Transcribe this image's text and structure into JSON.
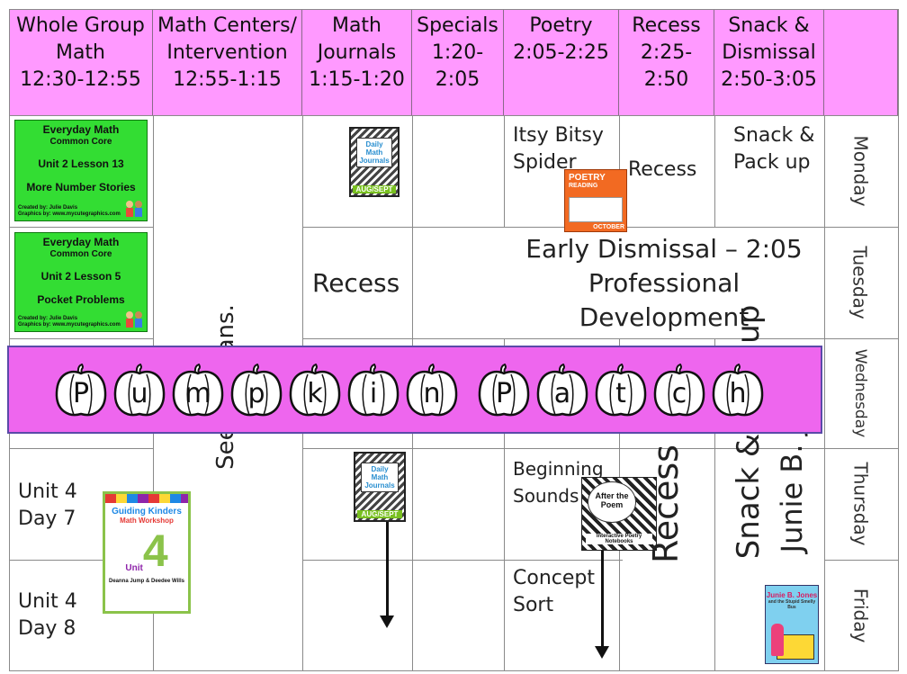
{
  "headers": [
    [
      "Whole Group",
      "Math",
      "12:30-12:55"
    ],
    [
      "Math Centers/",
      "Intervention",
      "12:55-1:15"
    ],
    [
      "Math",
      "Journals",
      "1:15-1:20"
    ],
    [
      "Specials",
      "1:20-",
      "2:05"
    ],
    [
      "Poetry",
      "2:05-2:25"
    ],
    [
      "Recess",
      "2:25-",
      "2:50"
    ],
    [
      "Snack &",
      "Dismissal",
      "2:50-3:05"
    ]
  ],
  "days": [
    "Monday",
    "Tuesday",
    "Wednesday",
    "Thursday",
    "Friday"
  ],
  "cards": [
    {
      "title": "Everyday Math",
      "sub": "Common Core",
      "lesson": "Unit 2 Lesson 13",
      "topic": "More Number Stories",
      "credit1": "Created by: Julie Davis",
      "credit2": "Graphics by: www.mycutegraphics.com"
    },
    {
      "title": "Everyday Math",
      "sub": "Common Core",
      "lesson": "Unit 2 Lesson 5",
      "topic": "Pocket Problems",
      "credit1": "Created by: Julie Davis",
      "credit2": "Graphics by: www.mycutegraphics.com"
    }
  ],
  "journal": {
    "line1": "Daily",
    "line2": "Math",
    "line3": "Journals",
    "month": "AUG/SEPT"
  },
  "cells": {
    "monday_poetry": [
      "Itsy Bitsy",
      "Spider"
    ],
    "monday_recess": "Recess",
    "monday_snack": [
      "Snack &",
      "Pack up"
    ],
    "tuesday_recess": "Recess",
    "early_dismissal": [
      "Early Dismissal – 2:05",
      "Professional",
      "Development"
    ],
    "see_plans": "See my plans.",
    "thursday_unit": [
      "Unit 4",
      "Day 7"
    ],
    "friday_unit": [
      "Unit 4",
      "Day 8"
    ],
    "thursday_poetry": [
      "Beginning",
      "Sounds"
    ],
    "friday_poetry": [
      "Concept",
      "Sort"
    ],
    "recess_vertical": "Recess",
    "snack_vertical": "Snack & Pack up",
    "junie_vertical": "Junie B. Jones"
  },
  "poetry_book": {
    "title": "POETRY",
    "sub": "READING",
    "month": "OCTOBER"
  },
  "after_poem": {
    "title": "After the Poem",
    "sub": "Interactive Poetry Notebooks"
  },
  "guiding": {
    "title": "Guiding Kinders",
    "sub": "Math Workshop",
    "unit": "Unit",
    "num": "4",
    "authors": "Deanna Jump & Deedee Wills"
  },
  "junie_book": {
    "title": "Junie B. Jones",
    "sub": "and the Stupid Smelly Bus"
  },
  "banner": {
    "letters": [
      "P",
      "u",
      "m",
      "p",
      "k",
      "i",
      "n",
      "P",
      "a",
      "t",
      "c",
      "h"
    ]
  },
  "colors": {
    "header": "#ff99ff",
    "banner": "#ee66ee",
    "card": "#33dd33"
  }
}
